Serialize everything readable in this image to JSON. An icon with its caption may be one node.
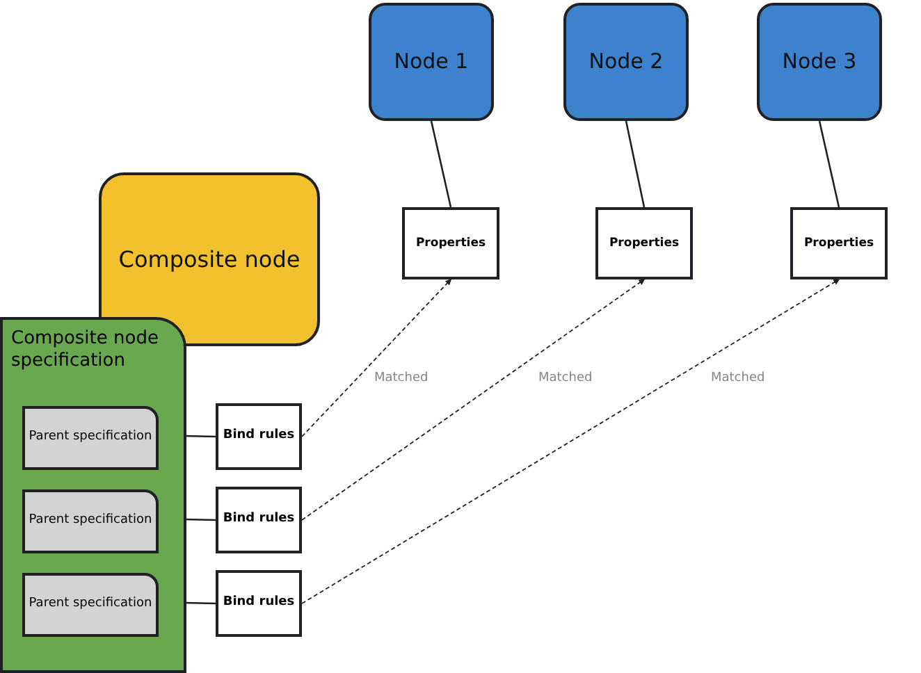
{
  "diagram": {
    "nodes": [
      {
        "text": [
          "Node 1"
        ]
      },
      {
        "text": [
          "Node 2"
        ]
      },
      {
        "text": [
          "Node 3"
        ]
      },
      {
        "text": [
          "Properties"
        ]
      },
      {
        "text": [
          "Properties"
        ]
      },
      {
        "text": [
          "Properties"
        ]
      },
      {
        "text": [
          "Composite node"
        ]
      },
      {
        "text": [
          "Composite node specification"
        ]
      },
      {
        "text": [
          "Parent specification"
        ],
        "in": 7
      },
      {
        "text": [
          "Parent specification"
        ],
        "in": 7
      },
      {
        "text": [
          "Parent specification"
        ],
        "in": 7
      },
      {
        "text": [
          "Bind rules"
        ]
      },
      {
        "text": [
          "Bind rules"
        ]
      },
      {
        "text": [
          "Bind rules"
        ]
      }
    ],
    "edges": [
      {
        "from": 0,
        "to": 3,
        "arrow": "none"
      },
      {
        "from": 1,
        "to": 4,
        "arrow": "none"
      },
      {
        "from": 2,
        "to": 5,
        "arrow": "none"
      },
      {
        "from": 8,
        "to": 11,
        "arrow": "none"
      },
      {
        "from": 9,
        "to": 12,
        "arrow": "none"
      },
      {
        "from": 10,
        "to": 13,
        "arrow": "none"
      },
      {
        "from": 11,
        "to": 3,
        "arrow": "to",
        "label": "Matched",
        "style": "dashed"
      },
      {
        "from": 12,
        "to": 4,
        "arrow": "to",
        "label": "Matched",
        "style": "dashed"
      },
      {
        "from": 13,
        "to": 5,
        "arrow": "to",
        "label": "Matched",
        "style": "dashed"
      }
    ]
  }
}
